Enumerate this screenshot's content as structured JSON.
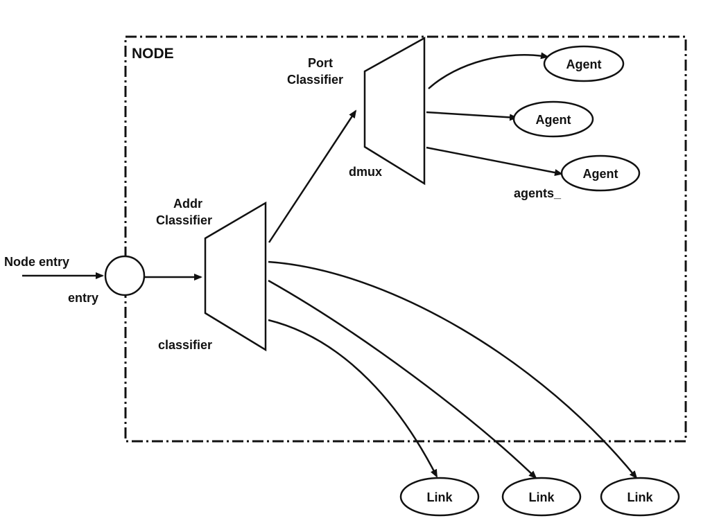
{
  "diagram": {
    "node_box_label": "NODE",
    "node_entry_label": "Node entry",
    "entry_label": "entry",
    "addr_classifier_line1": "Addr",
    "addr_classifier_line2": "Classifier",
    "classifier_label": "classifier",
    "port_classifier_line1": "Port",
    "port_classifier_line2": "Classifier",
    "dmux_label": "dmux",
    "agents_label": "agents_",
    "agents": [
      "Agent",
      "Agent",
      "Agent"
    ],
    "links": [
      "Link",
      "Link",
      "Link"
    ]
  },
  "colors": {
    "stroke": "#111111",
    "background": "#ffffff"
  }
}
